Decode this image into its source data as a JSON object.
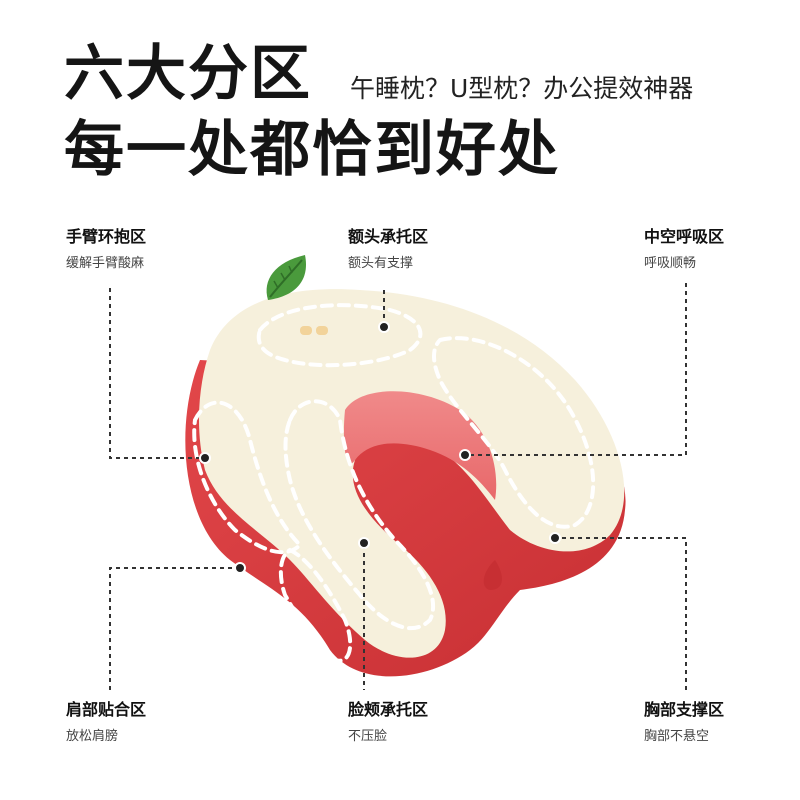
{
  "headline": {
    "line1": "六大分区",
    "subtitle": "午睡枕？U型枕？办公提效神器",
    "line2": "每一处都恰到好处"
  },
  "zones": {
    "arm": {
      "title": "手臂环抱区",
      "desc": "缓解手臂酸麻"
    },
    "forehead": {
      "title": "额头承托区",
      "desc": "额头有支撑"
    },
    "breathing": {
      "title": "中空呼吸区",
      "desc": "呼吸顺畅"
    },
    "shoulder": {
      "title": "肩部贴合区",
      "desc": "放松肩膀"
    },
    "cheek": {
      "title": "脸颊承托区",
      "desc": "不压脸"
    },
    "chest": {
      "title": "胸部支撑区",
      "desc": "胸部不悬空"
    }
  },
  "colors": {
    "pillow_top": "#f6f0dc",
    "pillow_side": "#d63a3d",
    "leaf": "#4a9a3c",
    "leader": "#333333"
  },
  "icons": [
    "leaf-icon",
    "eyes-icon"
  ]
}
